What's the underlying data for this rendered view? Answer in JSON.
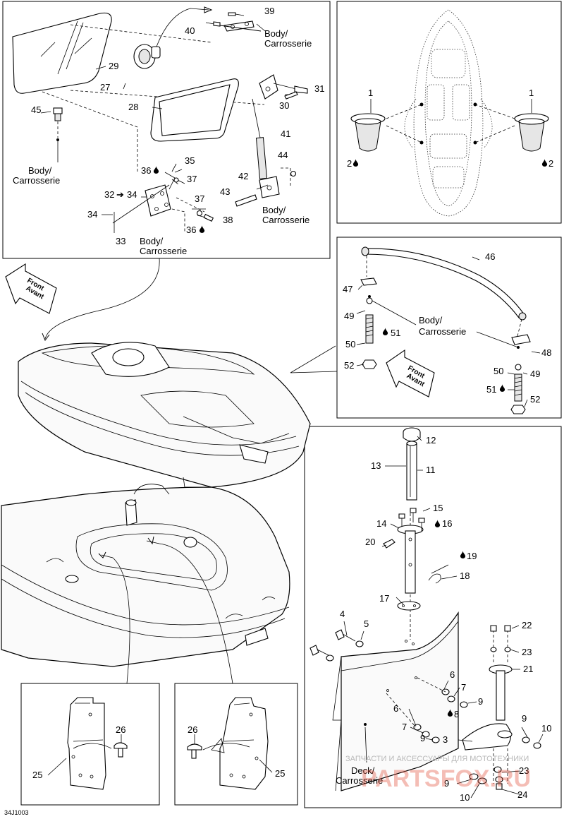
{
  "diagram_id": "34J1003",
  "text_body": "Body/",
  "text_carrosserie": "Carrosserie",
  "text_deck": "Deck/",
  "text_front": "Front",
  "text_avant": "Avant",
  "watermark_line1": "ЗАПЧАСТИ И АКСЕССУАРЫ ДЛЯ МОТОТЕХНИКИ",
  "watermark_line2": "PARTSFOX.RU",
  "callouts": {
    "c1": "1",
    "c2": "2",
    "c3": "3",
    "c4": "4",
    "c5": "5",
    "c6": "6",
    "c7": "7",
    "c8": "8",
    "c9": "9",
    "c10": "10",
    "c11": "11",
    "c12": "12",
    "c13": "13",
    "c14": "14",
    "c15": "15",
    "c16": "16",
    "c17": "17",
    "c18": "18",
    "c19": "19",
    "c20": "20",
    "c21": "21",
    "c22": "22",
    "c23": "23",
    "c24": "24",
    "c25": "25",
    "c26": "26",
    "c27": "27",
    "c28": "28",
    "c29": "29",
    "c30": "30",
    "c31": "31",
    "c32": "32",
    "c33": "33",
    "c34": "34",
    "c35": "35",
    "c36": "36",
    "c37": "37",
    "c38": "38",
    "c39": "39",
    "c40": "40",
    "c41": "41",
    "c42": "42",
    "c43": "43",
    "c44": "44",
    "c45": "45",
    "c46": "46",
    "c47": "47",
    "c48": "48",
    "c49": "49",
    "c50": "50",
    "c51": "51",
    "c52": "52"
  },
  "colors": {
    "line": "#000000",
    "watermark": "#e0452f",
    "watermark_text": "#b9b9b9"
  }
}
